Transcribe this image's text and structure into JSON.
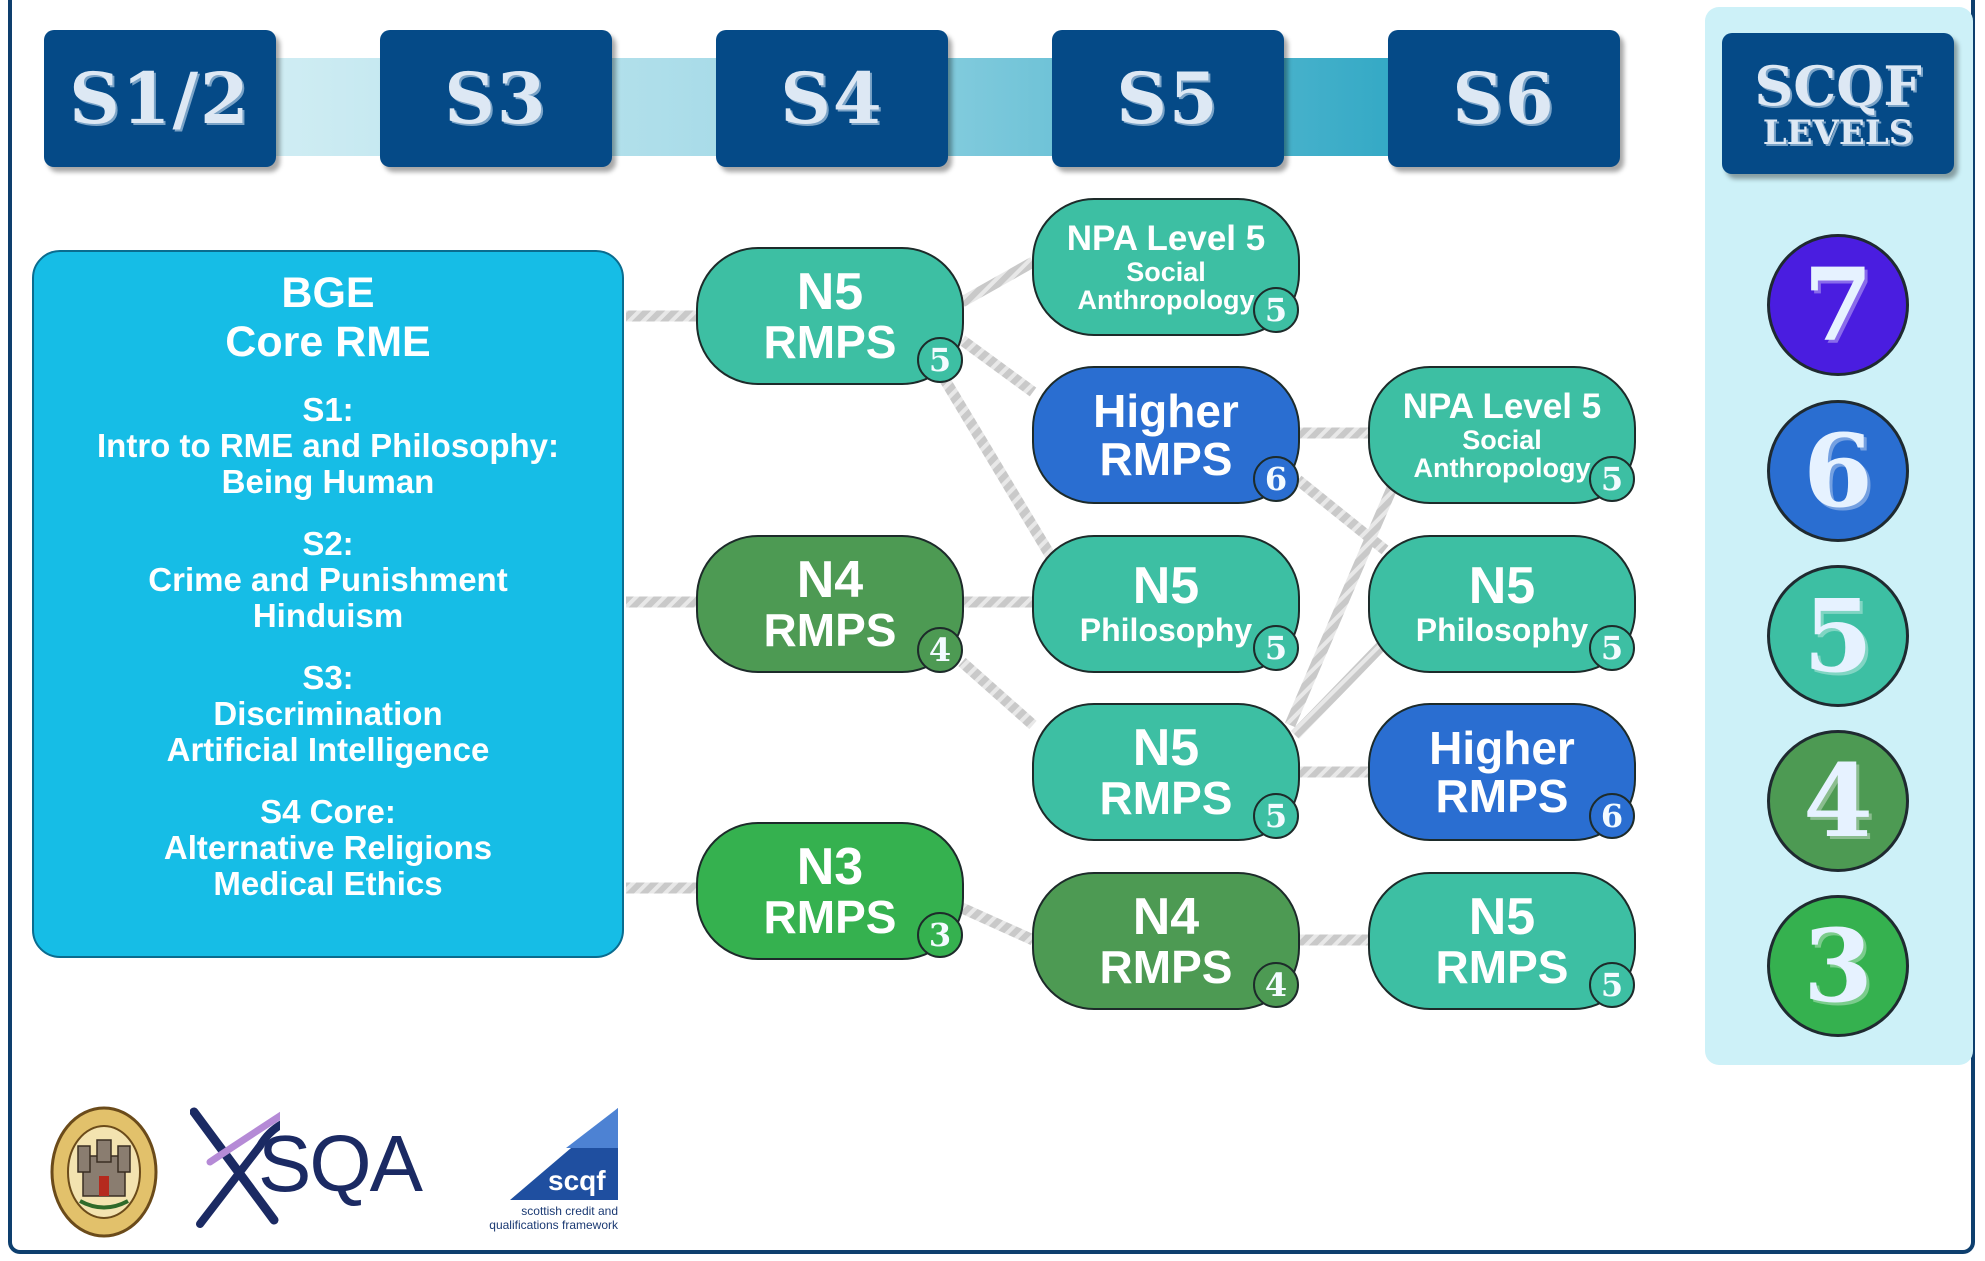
{
  "years": [
    "S1/2",
    "S3",
    "S4",
    "S5",
    "S6"
  ],
  "scqf": {
    "title_line1": "SCQF",
    "title_line2": "LEVELS",
    "levels": [
      "7",
      "6",
      "5",
      "4",
      "3"
    ],
    "colors": {
      "7": "#4a1de0",
      "6": "#2a6ed1",
      "5": "#3dbfa3",
      "4": "#4d9a53",
      "3": "#35b14f"
    }
  },
  "bge": {
    "title1": "BGE",
    "title2": "Core RME",
    "groups": [
      {
        "head": "S1:",
        "lines": [
          "Intro to RME and Philosophy:",
          "Being Human"
        ]
      },
      {
        "head": "S2:",
        "lines": [
          "Crime and Punishment",
          "Hinduism"
        ]
      },
      {
        "head": "S3:",
        "lines": [
          "Discrimination",
          "Artificial Intelligence"
        ]
      },
      {
        "head": "S4 Core:",
        "lines": [
          "Alternative Religions",
          "Medical Ethics"
        ]
      }
    ]
  },
  "courses": {
    "s4_n5_rmps": {
      "line1": "N5",
      "line2": "RMPS",
      "level": "5"
    },
    "s4_n4_rmps": {
      "line1": "N4",
      "line2": "RMPS",
      "level": "4"
    },
    "s4_n3_rmps": {
      "line1": "N3",
      "line2": "RMPS",
      "level": "3"
    },
    "s5_npa": {
      "line1": "NPA Level 5",
      "line2": "Social",
      "line3": "Anthropology",
      "level": "5"
    },
    "s5_higher_rmps": {
      "line1": "Higher",
      "line2": "RMPS",
      "level": "6"
    },
    "s5_n5_philosophy": {
      "line1": "N5",
      "line2": "Philosophy",
      "level": "5"
    },
    "s5_n5_rmps": {
      "line1": "N5",
      "line2": "RMPS",
      "level": "5"
    },
    "s5_n4_rmps": {
      "line1": "N4",
      "line2": "RMPS",
      "level": "4"
    },
    "s6_npa": {
      "line1": "NPA Level 5",
      "line2": "Social",
      "line3": "Anthropology",
      "level": "5"
    },
    "s6_n5_philosophy": {
      "line1": "N5",
      "line2": "Philosophy",
      "level": "5"
    },
    "s6_higher_rmps": {
      "line1": "Higher",
      "line2": "RMPS",
      "level": "6"
    },
    "s6_n5_rmps": {
      "line1": "N5",
      "line2": "RMPS",
      "level": "5"
    }
  },
  "logos": {
    "sqa": "SQA",
    "scqf": "scqf",
    "scqf_caption1": "scottish credit and",
    "scqf_caption2": "qualifications framework",
    "crest_icon": "school-crest-icon",
    "sqa_icon": "sqa-logo-icon",
    "scqf_icon": "scqf-logo-icon"
  }
}
